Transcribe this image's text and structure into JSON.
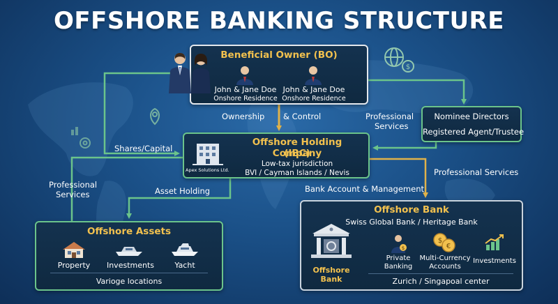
{
  "title": "OFFSHORE BANKING STRUCTURE",
  "beneficial_owner": {
    "heading": "Beneficial Owner (BO)",
    "person1_name": "John & Jane Doe",
    "person1_sub": "Onshore Residence",
    "person2_name": "John & Jane Doe",
    "person2_sub": "Onshore Residence"
  },
  "holding_company": {
    "heading_line1": "Offshore Holding Company",
    "heading_line2": "(IBC)",
    "line1": "Low-tax jurisdiction",
    "line2": "BVI / Cayman Islands / Nevis",
    "building_caption": "Apex Solutions Ltd."
  },
  "nominee": {
    "line1": "Nominee Directors",
    "line2": "Registered Agent/Trustee"
  },
  "assets": {
    "heading": "Offshore Assets",
    "items": [
      "Property",
      "Investments",
      "Yacht"
    ],
    "footer": "Varioge locations"
  },
  "bank": {
    "heading": "Offshore Bank",
    "subheading": "Swiss Global Bank / Heritage Bank",
    "building_caption": "Offshore Bank",
    "services": [
      {
        "line1": "Private",
        "line2": "Banking"
      },
      {
        "line1": "Multi-Currency",
        "line2": "Accounts"
      },
      {
        "line1": "Investments",
        "line2": ""
      }
    ],
    "footer": "Zurich / Singapoal center"
  },
  "flow_labels": {
    "ownership_left": "Ownership",
    "ownership_right": "& Control",
    "prof_services_top_1": "Professional",
    "prof_services_top_2": "Services",
    "shares_capital": "Shares/Capital",
    "prof_services_left_1": "Professional",
    "prof_services_left_2": "Services",
    "asset_holding": "Asset Holding",
    "bank_account": "Bank Account & Management",
    "prof_services_right": "Professional Services"
  },
  "colors": {
    "heading_gold": "#f2c14e",
    "connector_green": "#6bc48b",
    "connector_gold": "#e0b24a"
  }
}
